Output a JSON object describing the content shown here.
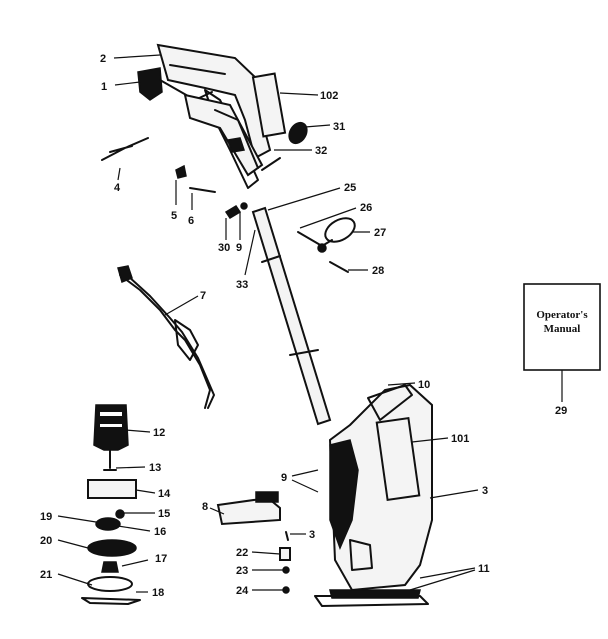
{
  "labels": {
    "l1": "1",
    "l2": "2",
    "l102": "102",
    "l31": "31",
    "l32": "32",
    "l4": "4",
    "l5": "5",
    "l6": "6",
    "l30": "30",
    "l9a": "9",
    "l25": "25",
    "l26": "26",
    "l27": "27",
    "l28": "28",
    "l33": "33",
    "l7": "7",
    "l12": "12",
    "l13": "13",
    "l14": "14",
    "l15": "15",
    "l16": "16",
    "l17": "17",
    "l18": "18",
    "l19": "19",
    "l20": "20",
    "l21": "21",
    "l8": "8",
    "l3a": "3",
    "l3b": "3",
    "l22": "22",
    "l23": "23",
    "l24": "24",
    "l9b": "9",
    "l10": "10",
    "l101": "101",
    "l11": "11",
    "l29": "29"
  },
  "manual": {
    "line1": "Operator's",
    "line2": "Manual"
  }
}
